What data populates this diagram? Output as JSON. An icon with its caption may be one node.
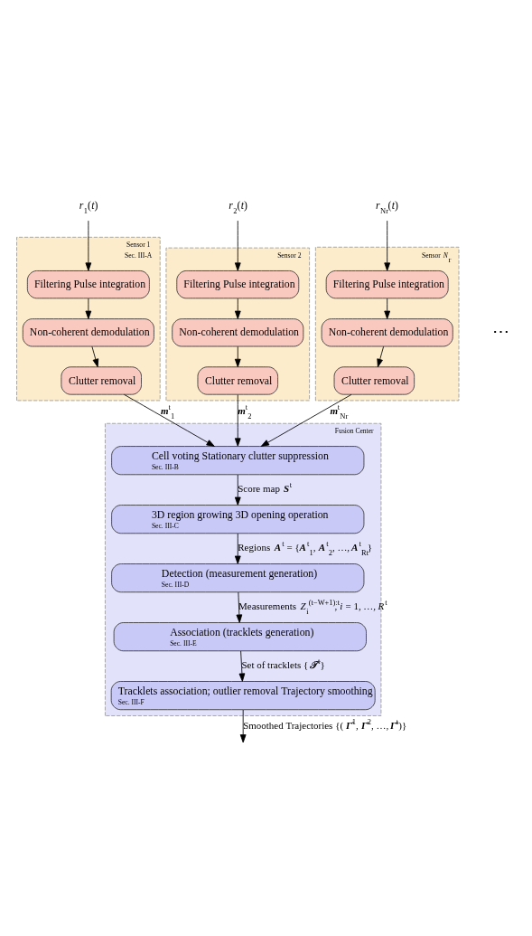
{
  "diagram": {
    "nodes": [
      {
        "text": [
          "*r*$_{1}$(*t*)"
        ]
      },
      {
        "text": [
          "*r*$_{2}$(*t*)"
        ]
      },
      {
        "text": [
          "*r*$_{Nr}$(*t*)"
        ]
      },
      {
        "text": [
          "Sensor 1",
          "Sec. III-A"
        ]
      },
      {
        "text": [
          "Filtering Pulse integration"
        ],
        "in": 3
      },
      {
        "text": [
          "Non-coherent demodulation"
        ],
        "in": 3
      },
      {
        "text": [
          "Clutter removal"
        ],
        "in": 3
      },
      {
        "text": [
          "Sensor 2"
        ]
      },
      {
        "text": [
          "Filtering Pulse integration"
        ],
        "in": 7
      },
      {
        "text": [
          "Non-coherent demodulation"
        ],
        "in": 7
      },
      {
        "text": [
          "Clutter removal"
        ],
        "in": 7
      },
      {
        "text": [
          "Sensor *N*$_{r}$"
        ]
      },
      {
        "text": [
          "Filtering Pulse integration"
        ],
        "in": 11
      },
      {
        "text": [
          "Non-coherent demodulation"
        ],
        "in": 11
      },
      {
        "text": [
          "Clutter removal"
        ],
        "in": 11
      },
      {
        "text": [
          "Fusion Center"
        ]
      },
      {
        "text": [
          "Cell voting Stationary clutter suppression",
          "Sec. III-B"
        ],
        "in": 15
      },
      {
        "text": [
          "3D region growing 3D opening operation",
          "Sec. III-C"
        ],
        "in": 15
      },
      {
        "text": [
          "Detection (measurement generation)",
          "Sec. III-D"
        ],
        "in": 15
      },
      {
        "text": [
          "Association (tracklets generation)",
          "Sec. III-E"
        ],
        "in": 15
      },
      {
        "text": [
          "Tracklets association; outlier removal Trajectory smoothing",
          "Sec. III-F"
        ],
        "in": 15
      }
    ],
    "edges": [
      {
        "from": 0,
        "to": 4,
        "arrow": "to"
      },
      {
        "from": 4,
        "to": 5,
        "arrow": "to"
      },
      {
        "from": 5,
        "to": 6,
        "arrow": "to"
      },
      {
        "from": 6,
        "to": 16,
        "arrow": "to",
        "label": "**m**$^{t}$$_{1}$"
      },
      {
        "from": 1,
        "to": 8,
        "arrow": "to"
      },
      {
        "from": 8,
        "to": 9,
        "arrow": "to"
      },
      {
        "from": 9,
        "to": 10,
        "arrow": "to"
      },
      {
        "from": 10,
        "to": 16,
        "arrow": "to",
        "label": "**m**$^{t}$$_{2}$"
      },
      {
        "from": 2,
        "to": 12,
        "arrow": "to"
      },
      {
        "from": 12,
        "to": 13,
        "arrow": "to"
      },
      {
        "from": 13,
        "to": 14,
        "arrow": "to"
      },
      {
        "from": 14,
        "to": 16,
        "arrow": "to",
        "label": "**m**$^{t}$$_{Nr}$"
      },
      {
        "from": 16,
        "to": 17,
        "arrow": "to",
        "label": "Score map **S**$^{t}$"
      },
      {
        "from": 17,
        "to": 18,
        "arrow": "to",
        "label": "Regions **A**$^{t}$ = {**A**$^{t}$$_{1}$, **A**$^{t}$$_{2}$, …, **A**$^{t}$$_{Rt}$}"
      },
      {
        "from": 18,
        "to": 19,
        "arrow": "to",
        "label": "Measurements *Z*$_{i}$$^{(t−W+1):t}$, *i* = 1, …, *R*$^{t}$"
      },
      {
        "from": 19,
        "to": 20,
        "arrow": "to",
        "label": "Set of tracklets {**𝒯**$^{t}$}"
      },
      {
        "from": 20,
        "to": null,
        "arrow": "to",
        "label": "Smoothed Trajectories {(**Γ̂**$^{1}$, **Γ̂**$^{2}$, …, **Γ̂**$^{t}$)}"
      }
    ],
    "labels": [
      "⋯"
    ]
  }
}
